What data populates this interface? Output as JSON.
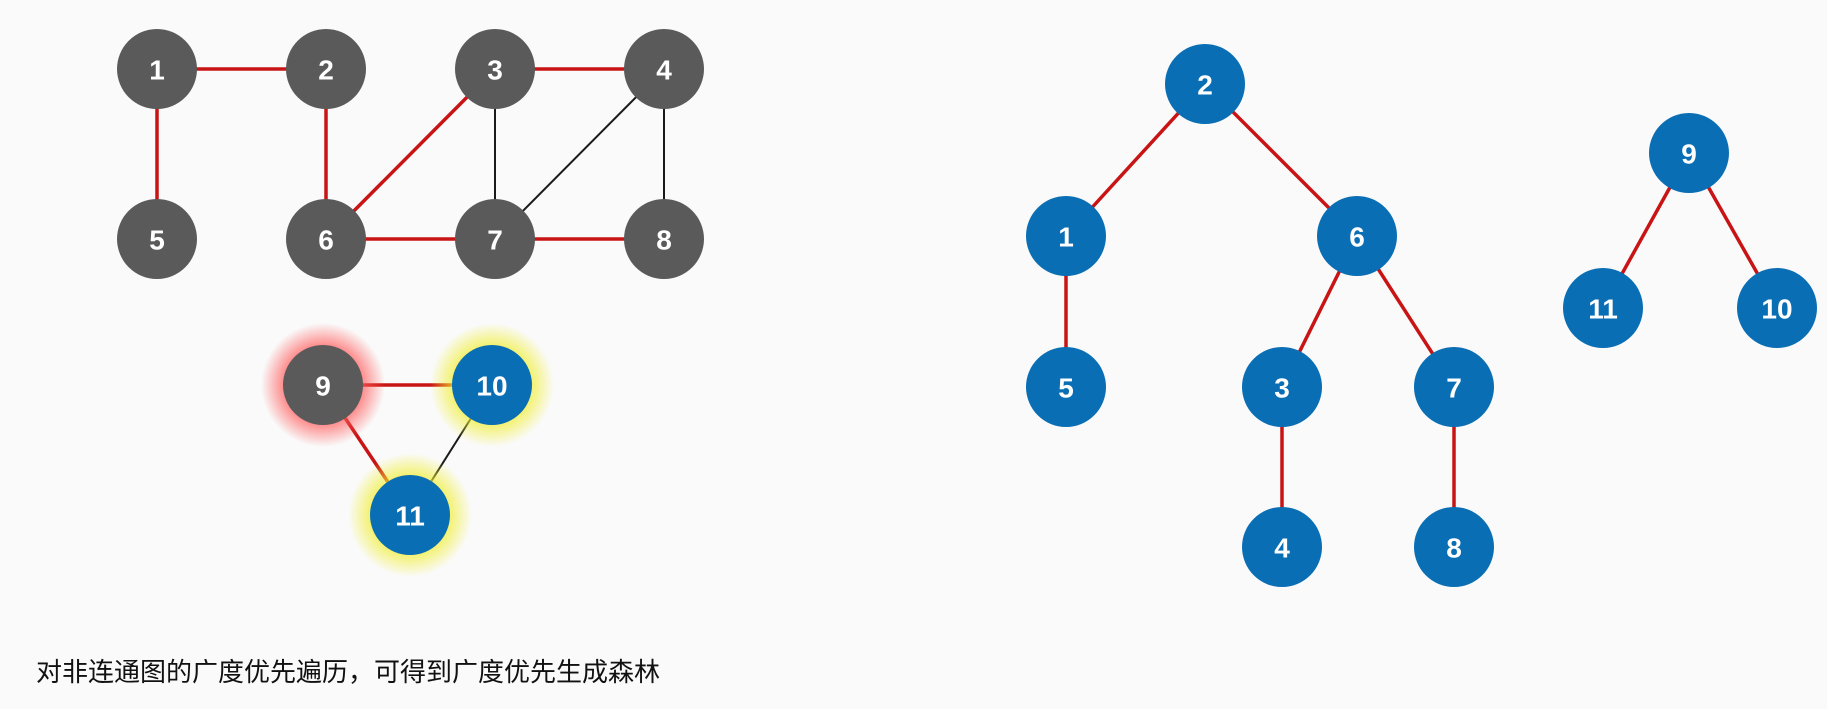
{
  "colors": {
    "background": "#fafafa",
    "gray_node": "#5a5a5a",
    "blue_node": "#0a6eb4",
    "red_edge": "#c81414",
    "black_edge": "#1a1a1a",
    "highlight_red": "#ff6060",
    "highlight_yellow": "#f2f03a"
  },
  "graph": {
    "nodes": [
      {
        "id": "1",
        "label": "1",
        "state": "gray"
      },
      {
        "id": "2",
        "label": "2",
        "state": "gray"
      },
      {
        "id": "3",
        "label": "3",
        "state": "gray"
      },
      {
        "id": "4",
        "label": "4",
        "state": "gray"
      },
      {
        "id": "5",
        "label": "5",
        "state": "gray"
      },
      {
        "id": "6",
        "label": "6",
        "state": "gray"
      },
      {
        "id": "7",
        "label": "7",
        "state": "gray"
      },
      {
        "id": "8",
        "label": "8",
        "state": "gray"
      },
      {
        "id": "9",
        "label": "9",
        "state": "gray",
        "highlight": "red"
      },
      {
        "id": "10",
        "label": "10",
        "state": "blue",
        "highlight": "yellow"
      },
      {
        "id": "11",
        "label": "11",
        "state": "blue",
        "highlight": "yellow"
      }
    ],
    "edges": [
      {
        "from": "1",
        "to": "2",
        "tree": true
      },
      {
        "from": "1",
        "to": "5",
        "tree": true
      },
      {
        "from": "2",
        "to": "6",
        "tree": true
      },
      {
        "from": "3",
        "to": "4",
        "tree": true
      },
      {
        "from": "3",
        "to": "6",
        "tree": true
      },
      {
        "from": "3",
        "to": "7",
        "tree": false
      },
      {
        "from": "4",
        "to": "7",
        "tree": false
      },
      {
        "from": "4",
        "to": "8",
        "tree": false
      },
      {
        "from": "6",
        "to": "7",
        "tree": true
      },
      {
        "from": "7",
        "to": "8",
        "tree": true
      },
      {
        "from": "9",
        "to": "10",
        "tree": true
      },
      {
        "from": "9",
        "to": "11",
        "tree": true
      },
      {
        "from": "10",
        "to": "11",
        "tree": false
      }
    ]
  },
  "forest": {
    "trees": [
      {
        "root": "2",
        "nodes": [
          "2",
          "1",
          "6",
          "5",
          "3",
          "7",
          "4",
          "8"
        ],
        "edges": [
          [
            "2",
            "1"
          ],
          [
            "2",
            "6"
          ],
          [
            "1",
            "5"
          ],
          [
            "6",
            "3"
          ],
          [
            "6",
            "7"
          ],
          [
            "3",
            "4"
          ],
          [
            "7",
            "8"
          ]
        ]
      },
      {
        "root": "9",
        "nodes": [
          "9",
          "11",
          "10"
        ],
        "edges": [
          [
            "9",
            "11"
          ],
          [
            "9",
            "10"
          ]
        ]
      }
    ]
  },
  "caption": "对非连通图的广度优先遍历，可得到广度优先生成森林"
}
